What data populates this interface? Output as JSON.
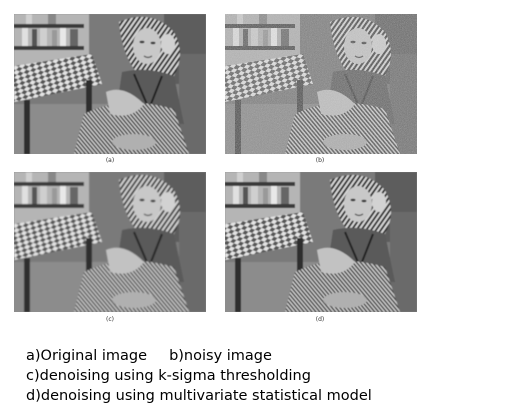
{
  "panels": [
    {
      "label": "(a)",
      "variant": "original"
    },
    {
      "label": "(b)",
      "variant": "noisy"
    },
    {
      "label": "(c)",
      "variant": "denoised-k-sigma"
    },
    {
      "label": "(d)",
      "variant": "denoised-multivariate"
    }
  ],
  "caption": {
    "line1a": "a)Original image",
    "line1b": "b)noisy image",
    "line2": "c)denoising using k-sigma thresholding",
    "line3": "d)denoising using multivariate statistical model"
  }
}
